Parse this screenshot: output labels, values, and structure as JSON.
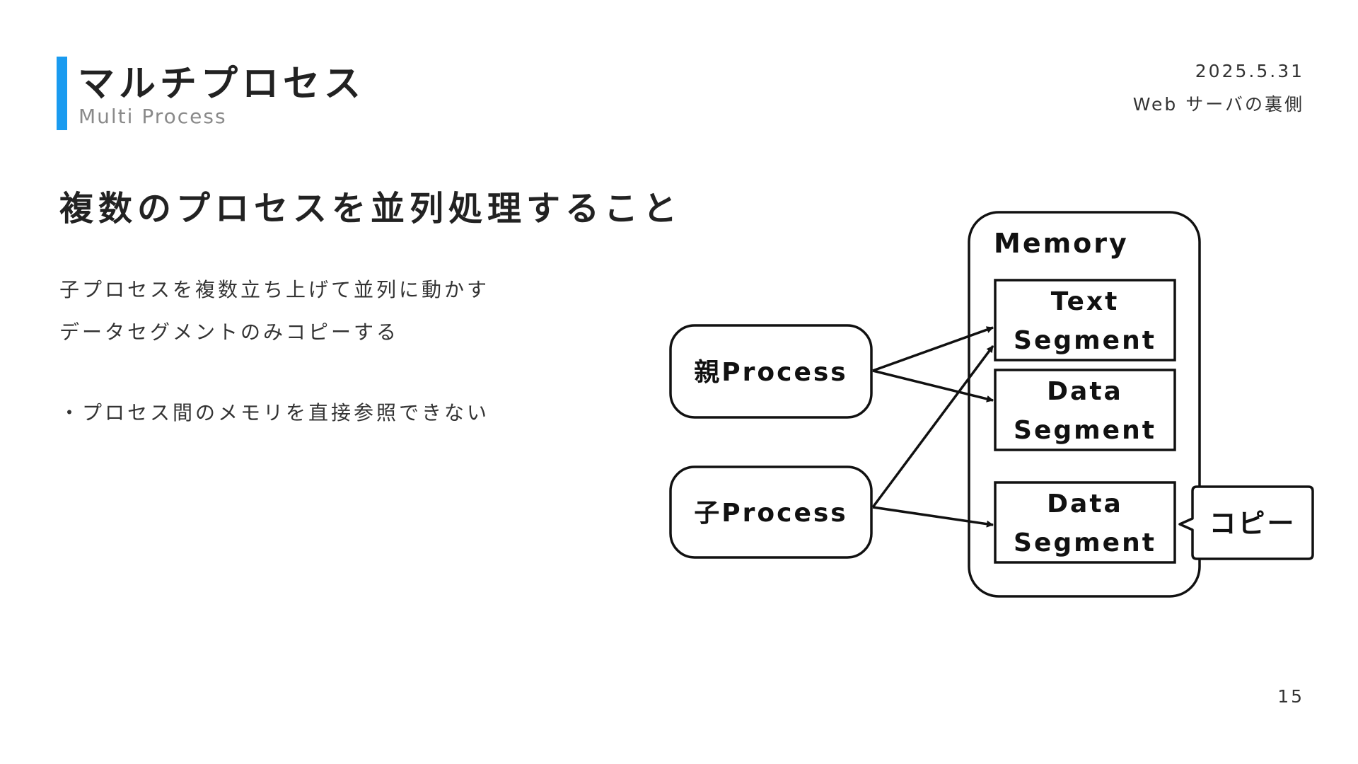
{
  "header": {
    "title": "マルチプロセス",
    "subtitle": "Multi Process",
    "date": "2025.5.31",
    "talk": "Web サーバの裏側",
    "accent_color": "#1a9bf0"
  },
  "headline": "複数のプロセスを並列処理すること",
  "body": {
    "lines": [
      "子プロセスを複数立ち上げて並列に動かす",
      "データセグメントのみコピーする",
      "・プロセス間のメモリを直接参照できない"
    ]
  },
  "diagram": {
    "memory_label": "Memory",
    "parent_label": "親Process",
    "child_label": "子Process",
    "text_segment": [
      "Text",
      "Segment"
    ],
    "data_segment": [
      "Data",
      "Segment"
    ],
    "copied_data_segment": [
      "Data",
      "Segment"
    ],
    "callout_label": "コピー"
  },
  "footer": {
    "page_number": "15"
  }
}
